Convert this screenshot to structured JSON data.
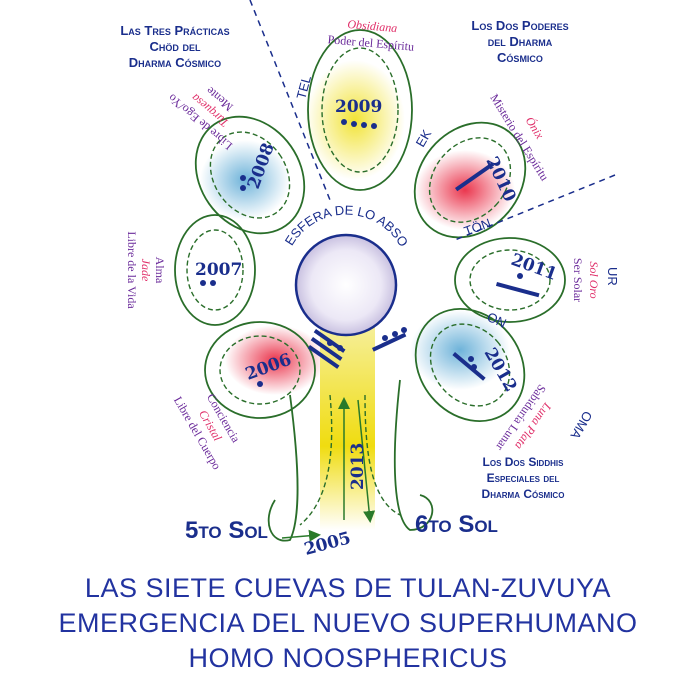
{
  "corner_labels": {
    "top_left": [
      "Las Tres Prácticas",
      "Chöd del",
      "Dharma Cósmico"
    ],
    "top_right": [
      "Los Dos Poderes",
      "del Dharma",
      "Cósmico"
    ],
    "bottom_right": [
      "Los Dos Siddhis",
      "Especiales del",
      "Dharma Cósmico"
    ]
  },
  "center": "ESFERA DE LO ABSOLUTO",
  "petals": [
    {
      "year": "2008",
      "lines": [
        "Mente",
        "Turquesa",
        "Libre de Ego/Yo"
      ],
      "color": "#4aa0d0"
    },
    {
      "year": "2009",
      "lines": [
        "Obsidiana",
        "Poder del Espíritu"
      ],
      "color": "#f0e020"
    },
    {
      "year": "2010",
      "lines": [
        "Ónix",
        "Misterio del Espíritu"
      ],
      "color": "#e8203a"
    },
    {
      "year": "2011",
      "lines": [
        "Sol Oro",
        "Ser Solar"
      ],
      "color": "#ffffff"
    },
    {
      "year": "2012",
      "lines": [
        "Luna Plata",
        "Sabiduría Lunar"
      ],
      "color": "#4aa8c8"
    },
    {
      "year": "2006",
      "lines": [
        "Conciencia",
        "Cristal",
        "Libre del Cuerpo"
      ],
      "color": "#e8203a"
    },
    {
      "year": "2007",
      "lines": [
        "Alma",
        "Jade",
        "Libre de la Vida"
      ],
      "color": "#ffffff"
    }
  ],
  "channels": [
    "TEL",
    "EK",
    "TÖN",
    "UR",
    "ON",
    "OMA"
  ],
  "stem": {
    "year_2013": "2013",
    "year_2005": "2005",
    "left": "5to Sol",
    "right": "6to Sol"
  },
  "title_lines": [
    "LAS SIETE CUEVAS DE TULAN-ZUVUYA",
    "EMERGENCIA DEL NUEVO SUPERHUMANO",
    "HOMO NOOSPHERICUS"
  ]
}
